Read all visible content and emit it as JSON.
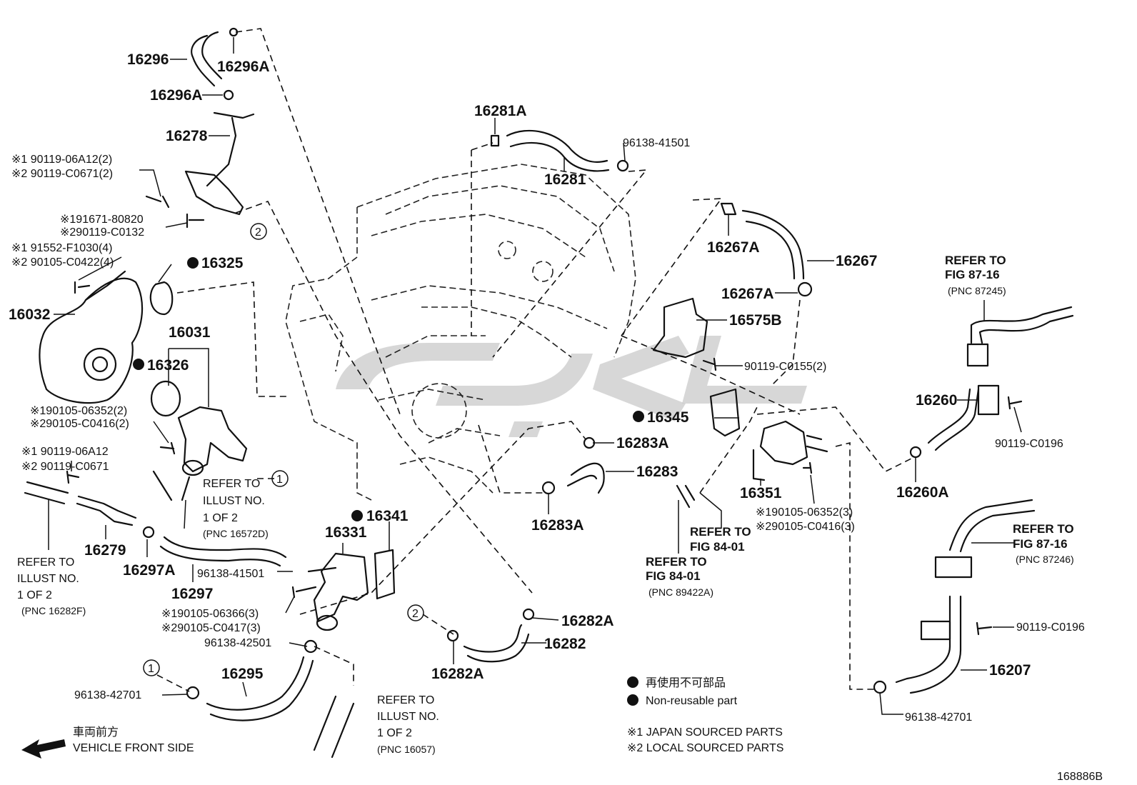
{
  "diagram_code": "168886B",
  "parts": {
    "p16296": "16296",
    "p16296A_1": "16296A",
    "p16296A_2": "16296A",
    "p16278": "16278",
    "p16325": "16325",
    "p16032": "16032",
    "p16031": "16031",
    "p16326": "16326",
    "p16279": "16279",
    "p16297A": "16297A",
    "p16297": "16297",
    "p16295": "16295",
    "p16331": "16331",
    "p16341": "16341",
    "p16281A": "16281A",
    "p16281": "16281",
    "p16267A_1": "16267A",
    "p16267A_2": "16267A",
    "p16267": "16267",
    "p16575B": "16575B",
    "p16345": "16345",
    "p16283A_1": "16283A",
    "p16283": "16283",
    "p16283A_2": "16283A",
    "p16351": "16351",
    "p16282A_1": "16282A",
    "p16282": "16282",
    "p16282A_2": "16282A",
    "p16260": "16260",
    "p16260A": "16260A",
    "p16207": "16207"
  },
  "numbers": {
    "n1a": "※1 90119-06A12(2)",
    "n1b": "※2 90119-C0671(2)",
    "n2a": "※191671-80820",
    "n2b": "※290119-C0132",
    "n3a": "※1 91552-F1030(4)",
    "n3b": "※2 90105-C0422(4)",
    "n4a": "※190105-06352(2)",
    "n4b": "※290105-C0416(2)",
    "n5a": "※1 90119-06A12",
    "n5b": "※2 90119-C0671",
    "n6": "96138-41501",
    "n7": "96138-41501",
    "n8a": "※190105-06366(3)",
    "n8b": "※290105-C0417(3)",
    "n9": "96138-42501",
    "n10": "96138-42701",
    "n11": "90119-C0155(2)",
    "n12a": "※190105-06352(3)",
    "n12b": "※290105-C0416(3)",
    "n13": "90119-C0196",
    "n14": "90119-C0196",
    "n15": "96138-42701"
  },
  "refs": {
    "r1": {
      "l1": "REFER TO",
      "l2": "ILLUST NO.",
      "l3": "1 OF 2",
      "l4": "(PNC 16572D)"
    },
    "r2": {
      "l1": "REFER TO",
      "l2": "ILLUST NO.",
      "l3": "1 OF 2",
      "l4": "(PNC 16282F)"
    },
    "r3": {
      "l1": "REFER TO",
      "l2": "ILLUST NO.",
      "l3": "1 OF 2",
      "l4": "(PNC 16057)"
    },
    "r4": {
      "l1": "REFER TO",
      "l2": "FIG 84-01"
    },
    "r5": {
      "l1": "REFER TO",
      "l2": "FIG 84-01",
      "l3": "(PNC 89422A)"
    },
    "r6": {
      "l1": "REFER TO",
      "l2": "FIG 87-16",
      "l3": "(PNC 87245)"
    },
    "r7": {
      "l1": "REFER TO",
      "l2": "FIG 87-16",
      "l3": "(PNC 87246)"
    }
  },
  "circles": {
    "c1": "1",
    "c2": "2",
    "c3": "1",
    "c4": "2"
  },
  "legend": {
    "nonreusable_jp": "再使用不可部品",
    "nonreusable_en": "Non-reusable part",
    "japan": "※1 JAPAN SOURCED PARTS",
    "local": "※2 LOCAL SOURCED PARTS"
  },
  "front": {
    "jp": "車両前方",
    "en": "VEHICLE FRONT SIDE"
  }
}
